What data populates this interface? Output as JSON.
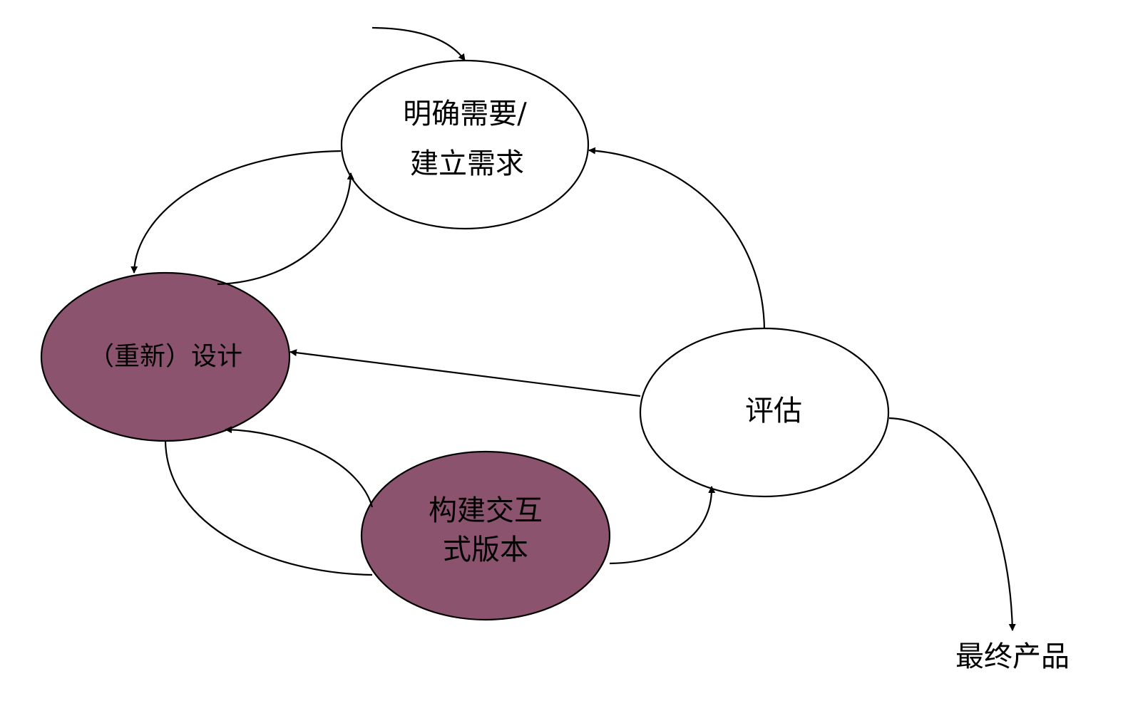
{
  "colors": {
    "highlight_fill": "#8B536E",
    "plain_fill": "#FFFFFF",
    "stroke": "#000000"
  },
  "nodes": {
    "requirements": {
      "line1": "明确需要/",
      "line2": "建立需求"
    },
    "design": {
      "line1": "（重新）设计"
    },
    "build": {
      "line1": "构建交互",
      "line2": "式版本"
    },
    "evaluate": {
      "line1": "评估"
    }
  },
  "final_product": "最终产品"
}
